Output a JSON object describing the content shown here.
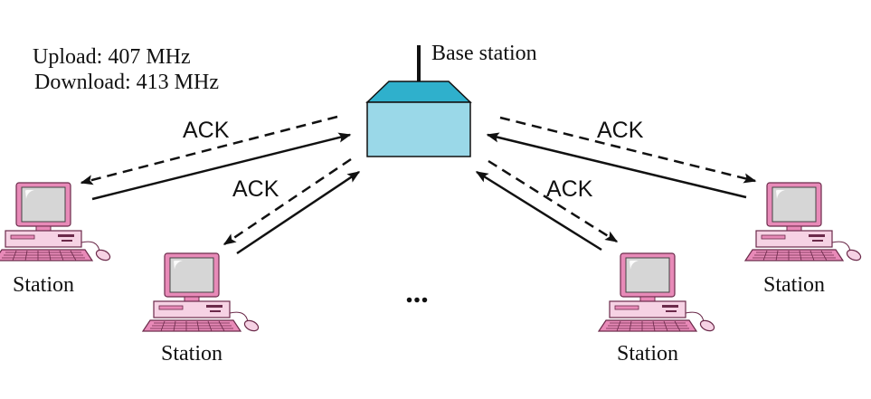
{
  "freq": {
    "upload": "Upload: 407 MHz",
    "download": "Download: 413 MHz"
  },
  "base_station": {
    "label": "Base station"
  },
  "ack_label": "ACK",
  "stations": [
    {
      "label": "Station"
    },
    {
      "label": "Station"
    },
    {
      "label": "Station"
    },
    {
      "label": "Station"
    }
  ],
  "ellipsis": "...",
  "colors": {
    "box_front": "#9ad8e8",
    "box_top": "#2fb0cc",
    "computer_pink": "#e88ab8",
    "computer_light": "#f6d2e4",
    "screen": "#cfcfcf",
    "line": "#111111"
  }
}
